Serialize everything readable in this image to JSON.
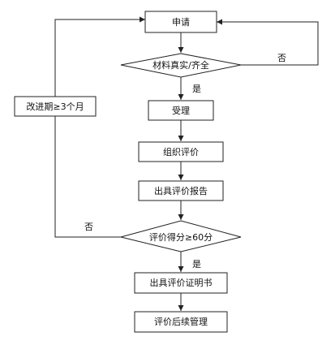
{
  "flowchart": {
    "nodes": {
      "apply": "申请",
      "materials_check": "材料真实/齐全",
      "accept": "受理",
      "organize": "组织评价",
      "report": "出具评价报告",
      "score_check": "评价得分≥60分",
      "certificate": "出具评价证明书",
      "followup": "评价后续管理",
      "retry": "改进期≥3个月"
    },
    "edge_labels": {
      "materials_yes": "是",
      "materials_no": "否",
      "score_yes": "是",
      "score_no": "否"
    }
  }
}
